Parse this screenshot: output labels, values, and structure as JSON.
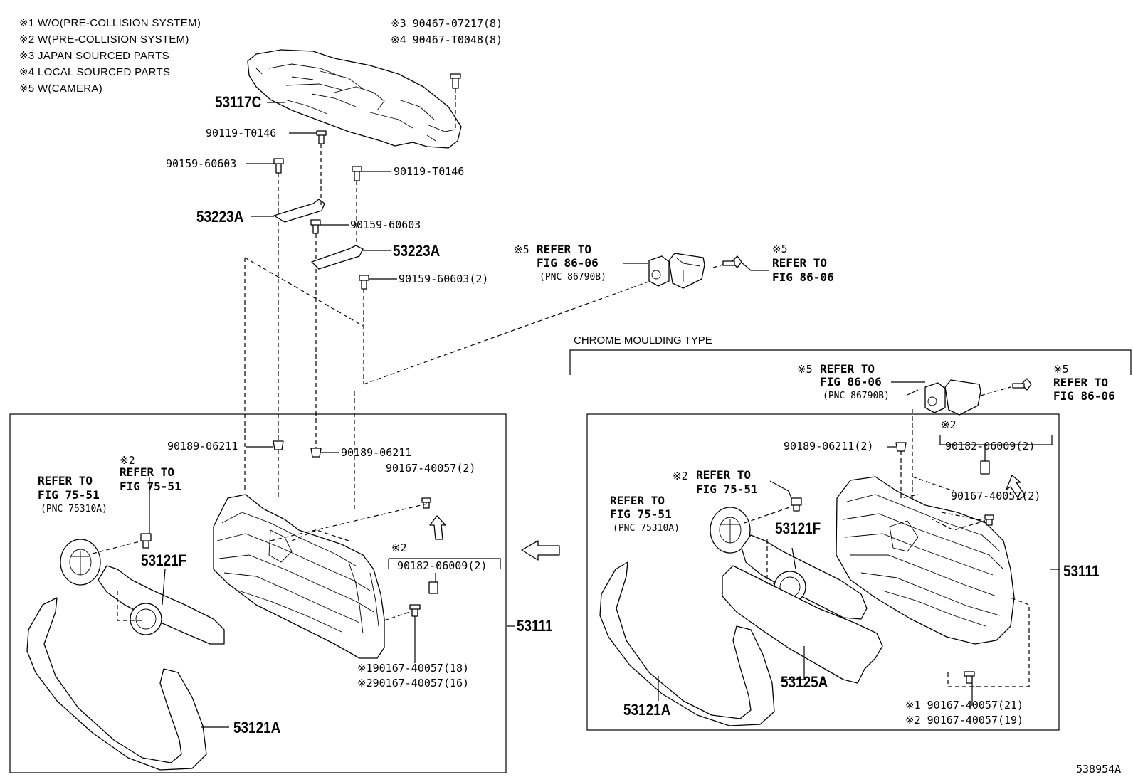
{
  "notes": [
    "※1 W/O(PRE-COLLISION SYSTEM)",
    "※2 W(PRE-COLLISION SYSTEM)",
    "※3 JAPAN SOURCED PARTS",
    "※4 LOCAL SOURCED PARTS",
    "※5 W(CAMERA)"
  ],
  "labels": {
    "bolt_top_3": "※3 90467-07217(8)",
    "bolt_top_4": "※4 90467-T0048(8)",
    "cover_53117c": "53117C",
    "screw_90119_a": "90119-T0146",
    "screw_90159_a": "90159-60603",
    "screw_90119_b": "90119-T0146",
    "bracket_53223a_l": "53223A",
    "screw_90159_b": "90159-60603",
    "bracket_53223a_r": "53223A",
    "screw_90159_c": "90159-60603(2)",
    "cam_ref_mark": "※5",
    "cam_ref_1": "REFER TO",
    "cam_ref_2": "FIG 86-06",
    "cam_ref_pnc": "(PNC 86790B)",
    "cam_bolt_mark": "※5",
    "cam_bolt_1": "REFER TO",
    "cam_bolt_2": "FIG 86-06",
    "section_chrome": "CHROME MOULDING TYPE",
    "l_nut_90189_a": "90189-06211",
    "l_nut_90189_b": "90189-06211",
    "l_clip_40057": "90167-40057(2)",
    "l_emblem_ref_1": "REFER TO",
    "l_emblem_ref_2": "FIG 75-51",
    "l_emblem_pnc": "(PNC 75310A)",
    "l_sensor_mark": "※2",
    "l_sensor_ref_1": "REFER TO",
    "l_sensor_ref_2": "FIG 75-51",
    "l_53121f": "53121F",
    "l_bracket_mark": "※2",
    "l_90182": "90182-06009(2)",
    "l_53111": "53111",
    "l_screw_1": "※190167-40057(18)",
    "l_screw_2": "※290167-40057(16)",
    "l_53121a": "53121A",
    "r_cam_ref_mark": "※5",
    "r_cam_ref_1": "REFER TO",
    "r_cam_ref_2": "FIG 86-06",
    "r_cam_ref_pnc": "(PNC 86790B)",
    "r_cam_bolt_mark": "※5",
    "r_cam_bolt_1": "REFER TO",
    "r_cam_bolt_2": "FIG 86-06",
    "r_nut_90189": "90189-06211(2)",
    "r_bracket_mark": "※2",
    "r_90182": "90182-06009(2)",
    "r_sensor_mark": "※2",
    "r_sensor_ref_1": "REFER TO",
    "r_sensor_ref_2": "FIG 75-51",
    "r_emblem_ref_1": "REFER TO",
    "r_emblem_ref_2": "FIG 75-51",
    "r_emblem_pnc": "(PNC 75310A)",
    "r_clip_40057": "90167-40057(2)",
    "r_53121f": "53121F",
    "r_53111": "53111",
    "r_53125a": "53125A",
    "r_53121a": "53121A",
    "r_screw_1": "※1 90167-40057(21)",
    "r_screw_2": "※2 90167-40057(19)",
    "drawing_id": "538954A"
  }
}
